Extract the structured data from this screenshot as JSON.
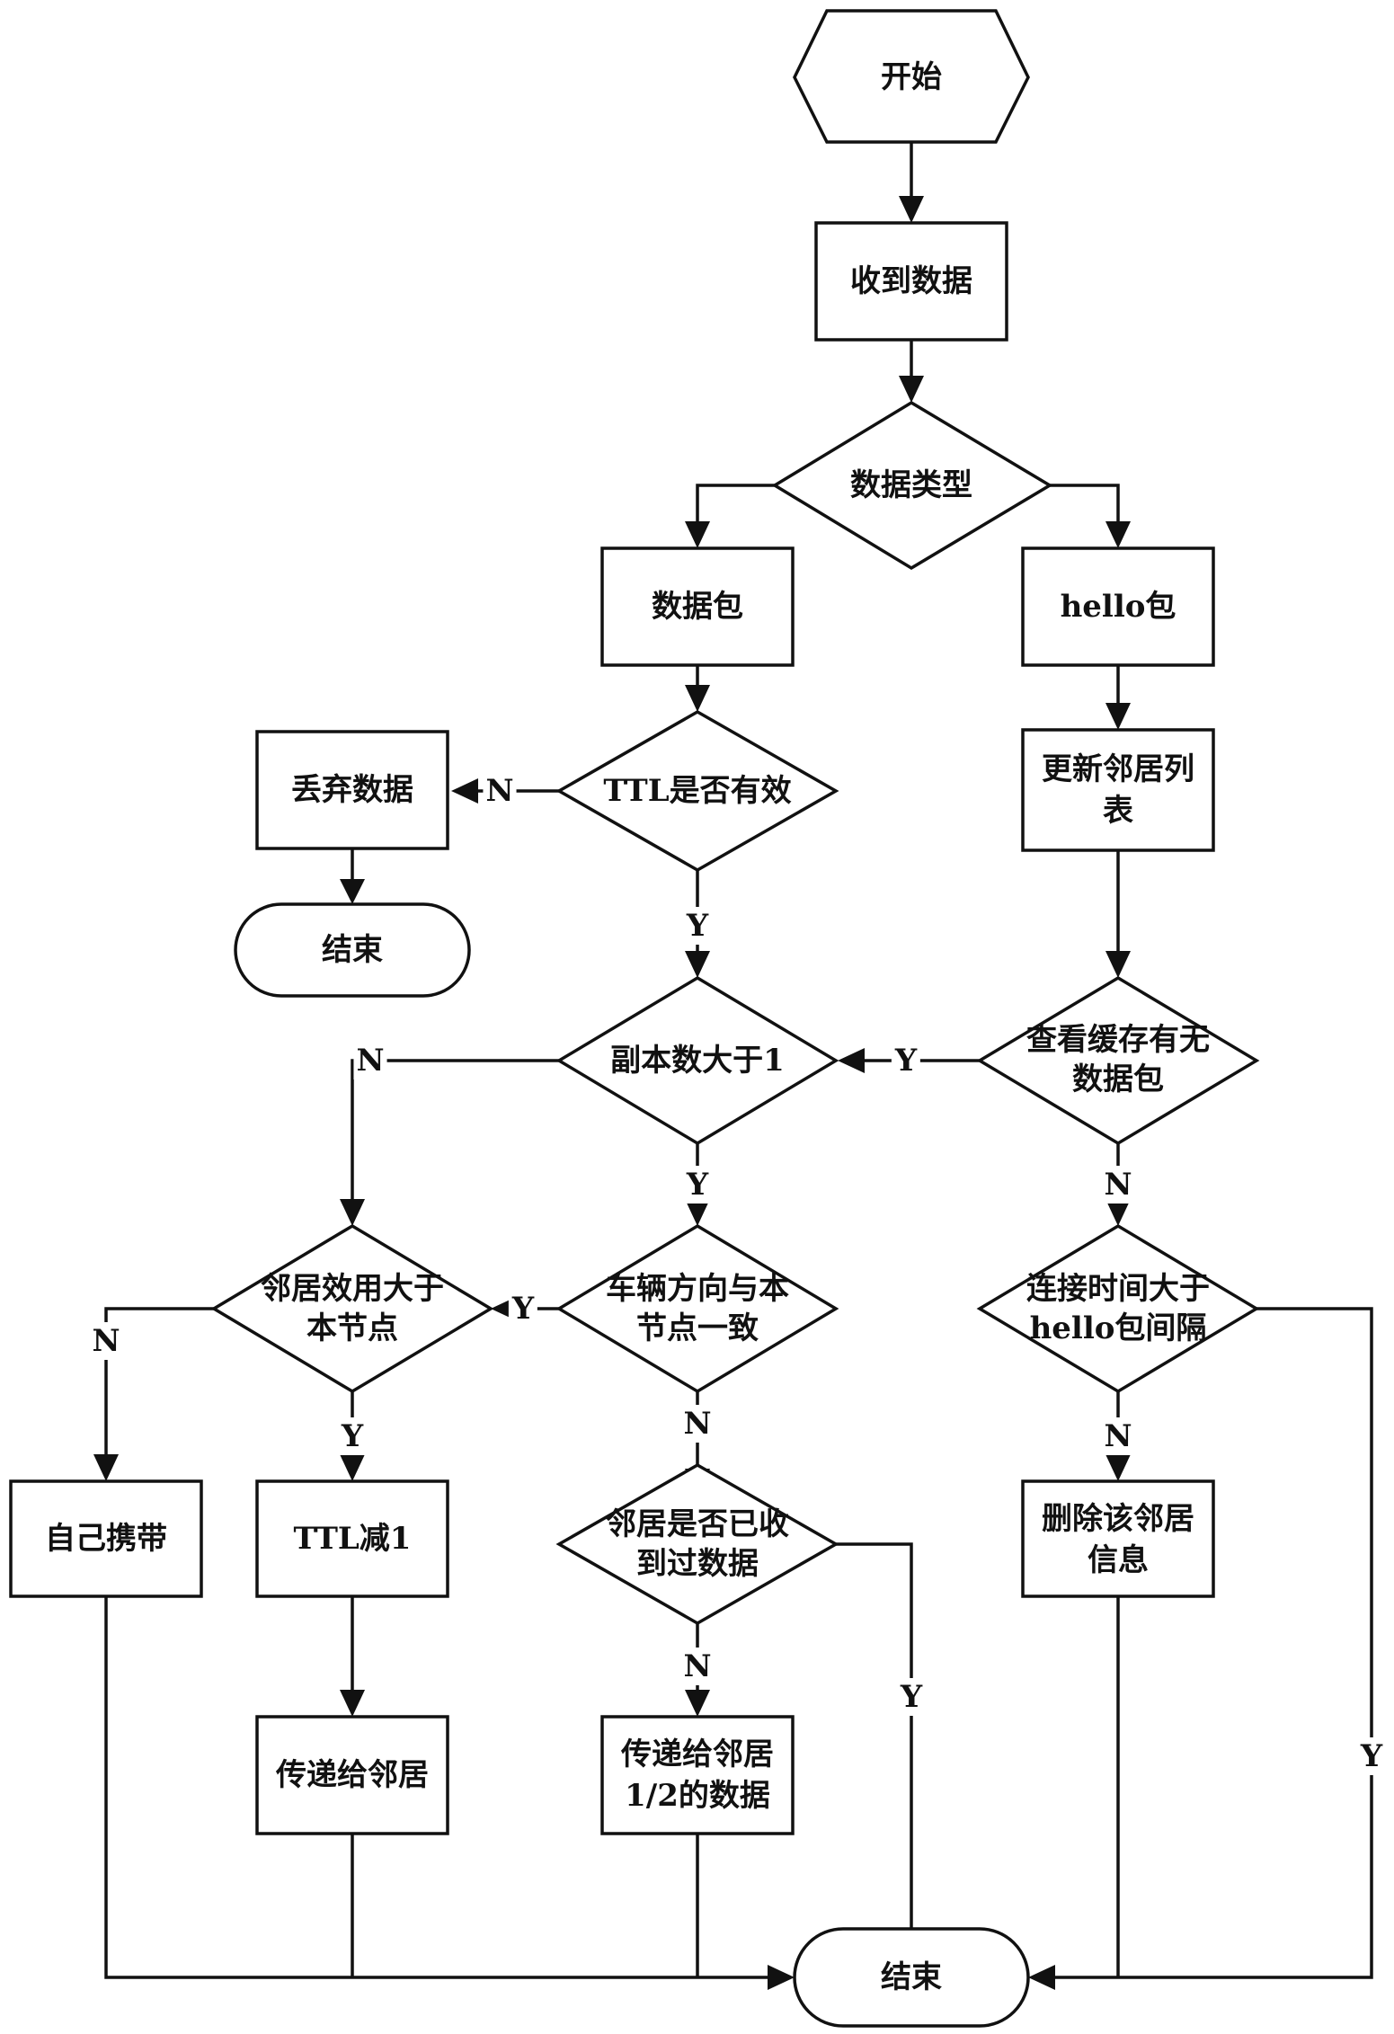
{
  "nodes": {
    "start": "开始",
    "receive_data": "收到数据",
    "data_type": "数据类型",
    "data_packet": "数据包",
    "hello_packet": "hello包",
    "ttl_valid": "TTL是否有效",
    "discard_data": "丢弃数据",
    "end_top": "结束",
    "update_neighbor_line1": "更新邻居列",
    "update_neighbor_line2": "表",
    "check_cache_line1": "查看缓存有无",
    "check_cache_line2": "数据包",
    "copies_gt1": "副本数大于1",
    "neighbor_utility_line1": "邻居效用大于",
    "neighbor_utility_line2": "本节点",
    "vehicle_dir_line1": "车辆方向与本",
    "vehicle_dir_line2": "节点一致",
    "connect_time_line1": "连接时间大于",
    "connect_time_line2": "hello包间隔",
    "self_carry": "自己携带",
    "ttl_minus1": "TTL减1",
    "neighbor_received_line1": "邻居是否已收",
    "neighbor_received_line2": "到过数据",
    "delete_neighbor_line1": "删除该邻居",
    "delete_neighbor_line2": "信息",
    "pass_neighbor": "传递给邻居",
    "pass_half_line1": "传递给邻居",
    "pass_half_line2": "1/2的数据",
    "end_bottom": "结束"
  },
  "edge_labels": {
    "ttl_no": "N",
    "ttl_yes": "Y",
    "copies_no": "N",
    "cache_yes": "Y",
    "copies_yes": "Y",
    "cache_no": "N",
    "direction_yes": "Y",
    "utility_no": "N",
    "utility_yes": "Y",
    "direction_no": "N",
    "connect_no": "N",
    "received_no": "N",
    "received_yes": "Y",
    "connect_yes": "Y"
  }
}
